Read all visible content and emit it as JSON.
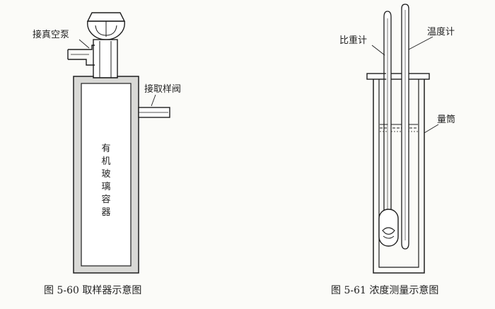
{
  "figure_left": {
    "labels": {
      "vacuum_pump": "接真空泵",
      "sampling_valve": "接取样阀",
      "container": [
        "有",
        "机",
        "玻",
        "璃",
        "容",
        "器"
      ]
    },
    "caption": "图 5-60    取样器示意图"
  },
  "figure_right": {
    "labels": {
      "hydrometer": "比重计",
      "thermometer": "温度计",
      "cylinder": "量筒"
    },
    "caption": "图 5-61    浓度测量示意图"
  },
  "colors": {
    "ink": "#1e1e1e",
    "wall_fill": "#d9d9d6",
    "background": "#fbfbf8"
  }
}
